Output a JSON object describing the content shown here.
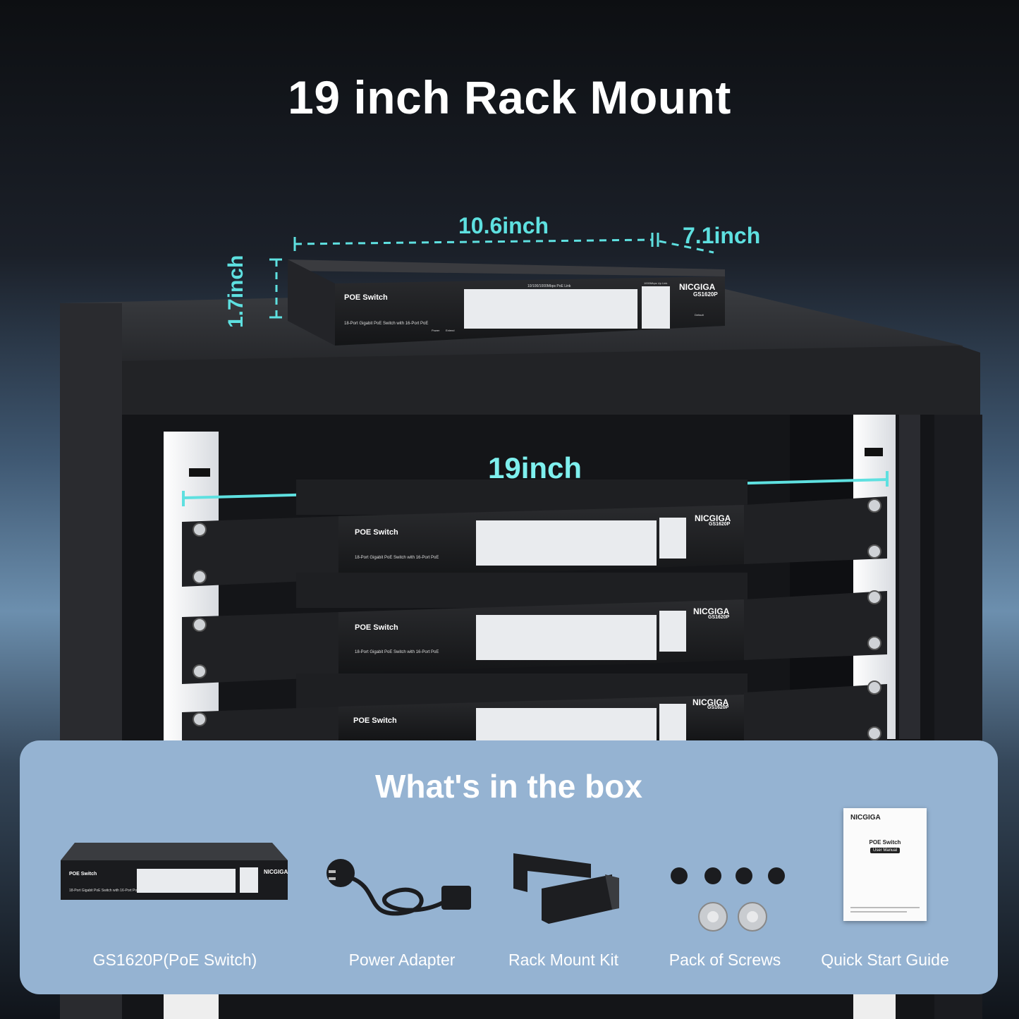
{
  "headline": "19 inch Rack Mount",
  "dimensions": {
    "width": "10.6inch",
    "depth": "7.1inch",
    "height": "1.7inch",
    "rack": "19inch"
  },
  "switch": {
    "title": "POE Switch",
    "brand": "NICGIGA",
    "model": "GS1620P",
    "description": "18-Port Gigabit PoE Switch with 16-Port PoE",
    "poe_label": "10/100/1000Mbps PoE Link",
    "uplink_label": "1000Mbps Up Link",
    "power_label": "Power",
    "extend_label": "Extend",
    "default_label": "Default"
  },
  "box": {
    "title": "What's in the box",
    "items": [
      {
        "label": "GS1620P(PoE Switch)",
        "icon": "switch-icon"
      },
      {
        "label": "Power Adapter",
        "icon": "power-cord-icon"
      },
      {
        "label": "Rack Mount Kit",
        "icon": "bracket-icon"
      },
      {
        "label": "Pack of Screws",
        "icon": "screw-icon"
      },
      {
        "label": "Quick Start Guide",
        "icon": "manual-icon"
      }
    ],
    "guide": {
      "brand": "NICGIGA",
      "title": "POE Switch",
      "subtitle": "User Manual"
    }
  },
  "colors": {
    "accent": "#5ee0e0",
    "panel": "#95b3d2",
    "rack": "#1e1f22"
  }
}
